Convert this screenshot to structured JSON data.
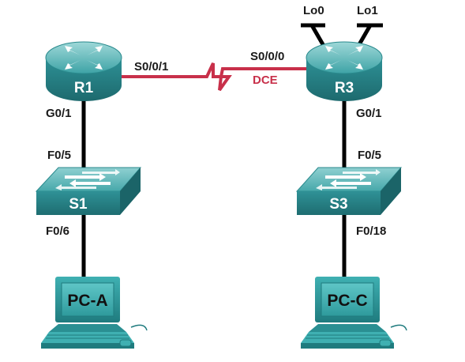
{
  "colors": {
    "serial_link": "#c8304a",
    "ethernet_link": "#000000",
    "device_teal": "#2f9497",
    "device_dark": "#1f6f73",
    "device_light": "#7cc7c8",
    "monitor_screen": "#2fa6a8"
  },
  "devices": {
    "r1": {
      "name": "R1",
      "icon": "router-icon"
    },
    "r3": {
      "name": "R3",
      "icon": "router-icon"
    },
    "s1": {
      "name": "S1",
      "icon": "switch-icon"
    },
    "s3": {
      "name": "S3",
      "icon": "switch-icon"
    },
    "pca": {
      "name": "PC-A",
      "icon": "pc-icon"
    },
    "pcc": {
      "name": "PC-C",
      "icon": "pc-icon"
    }
  },
  "interfaces": {
    "r1_serial": "S0/0/1",
    "r3_serial": "S0/0/0",
    "dce": "DCE",
    "r1_g": "G0/1",
    "r3_g": "G0/1",
    "s1_up": "F0/5",
    "s1_down": "F0/6",
    "s3_up": "F0/5",
    "s3_down": "F0/18",
    "lo0": "Lo0",
    "lo1": "Lo1"
  }
}
